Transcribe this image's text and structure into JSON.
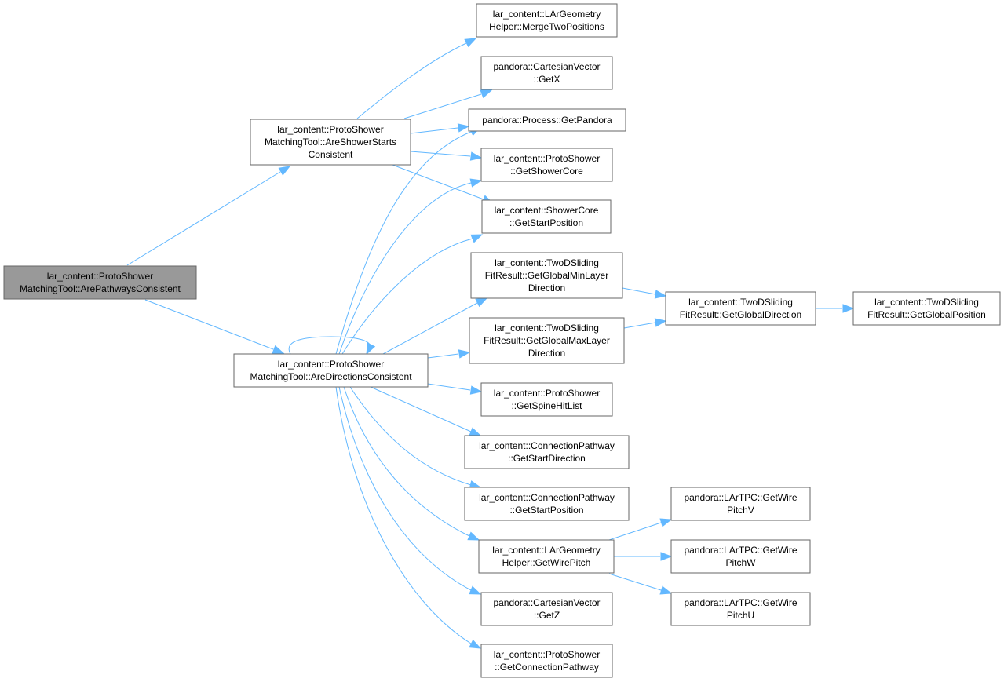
{
  "colors": {
    "edge": "#63b8ff",
    "node_border": "#666666",
    "node_fill": "#ffffff",
    "root_fill": "#999999"
  },
  "nodes": [
    {
      "id": "root",
      "lines": [
        "lar_content::ProtoShower",
        "MatchingTool::ArePathwaysConsistent"
      ],
      "root": true
    },
    {
      "id": "starts",
      "lines": [
        "lar_content::ProtoShower",
        "MatchingTool::AreShowerStarts",
        "Consistent"
      ]
    },
    {
      "id": "dirs",
      "lines": [
        "lar_content::ProtoShower",
        "MatchingTool::AreDirectionsConsistent"
      ]
    },
    {
      "id": "merge",
      "lines": [
        "lar_content::LArGeometry",
        "Helper::MergeTwoPositions"
      ]
    },
    {
      "id": "getx",
      "lines": [
        "pandora::CartesianVector",
        "::GetX"
      ]
    },
    {
      "id": "getpandora",
      "lines": [
        "pandora::Process::GetPandora"
      ]
    },
    {
      "id": "showercore",
      "lines": [
        "lar_content::ProtoShower",
        "::GetShowerCore"
      ]
    },
    {
      "id": "startpos",
      "lines": [
        "lar_content::ShowerCore",
        "::GetStartPosition"
      ]
    },
    {
      "id": "minlayer",
      "lines": [
        "lar_content::TwoDSliding",
        "FitResult::GetGlobalMinLayer",
        "Direction"
      ]
    },
    {
      "id": "globaldir",
      "lines": [
        "lar_content::TwoDSliding",
        "FitResult::GetGlobalDirection"
      ]
    },
    {
      "id": "globalpos",
      "lines": [
        "lar_content::TwoDSliding",
        "FitResult::GetGlobalPosition"
      ]
    },
    {
      "id": "maxlayer",
      "lines": [
        "lar_content::TwoDSliding",
        "FitResult::GetGlobalMaxLayer",
        "Direction"
      ]
    },
    {
      "id": "spine",
      "lines": [
        "lar_content::ProtoShower",
        "::GetSpineHitList"
      ]
    },
    {
      "id": "cpstartdir",
      "lines": [
        "lar_content::ConnectionPathway",
        "::GetStartDirection"
      ]
    },
    {
      "id": "cpstartpos",
      "lines": [
        "lar_content::ConnectionPathway",
        "::GetStartPosition"
      ]
    },
    {
      "id": "wirepitch",
      "lines": [
        "lar_content::LArGeometry",
        "Helper::GetWirePitch"
      ]
    },
    {
      "id": "pitchv",
      "lines": [
        "pandora::LArTPC::GetWire",
        "PitchV"
      ]
    },
    {
      "id": "pitchw",
      "lines": [
        "pandora::LArTPC::GetWire",
        "PitchW"
      ]
    },
    {
      "id": "pitchu",
      "lines": [
        "pandora::LArTPC::GetWire",
        "PitchU"
      ]
    },
    {
      "id": "getz",
      "lines": [
        "pandora::CartesianVector",
        "::GetZ"
      ]
    },
    {
      "id": "connpath",
      "lines": [
        "lar_content::ProtoShower",
        "::GetConnectionPathway"
      ]
    }
  ],
  "edges": [
    [
      "root",
      "starts"
    ],
    [
      "root",
      "dirs"
    ],
    [
      "starts",
      "merge"
    ],
    [
      "starts",
      "getx"
    ],
    [
      "starts",
      "getpandora"
    ],
    [
      "starts",
      "showercore"
    ],
    [
      "starts",
      "startpos"
    ],
    [
      "dirs",
      "dirs"
    ],
    [
      "dirs",
      "getpandora"
    ],
    [
      "dirs",
      "showercore"
    ],
    [
      "dirs",
      "startpos"
    ],
    [
      "dirs",
      "minlayer"
    ],
    [
      "dirs",
      "maxlayer"
    ],
    [
      "dirs",
      "spine"
    ],
    [
      "dirs",
      "cpstartdir"
    ],
    [
      "dirs",
      "cpstartpos"
    ],
    [
      "dirs",
      "wirepitch"
    ],
    [
      "dirs",
      "getz"
    ],
    [
      "dirs",
      "connpath"
    ],
    [
      "minlayer",
      "globaldir"
    ],
    [
      "maxlayer",
      "globaldir"
    ],
    [
      "globaldir",
      "globalpos"
    ],
    [
      "wirepitch",
      "pitchv"
    ],
    [
      "wirepitch",
      "pitchw"
    ],
    [
      "wirepitch",
      "pitchu"
    ]
  ]
}
